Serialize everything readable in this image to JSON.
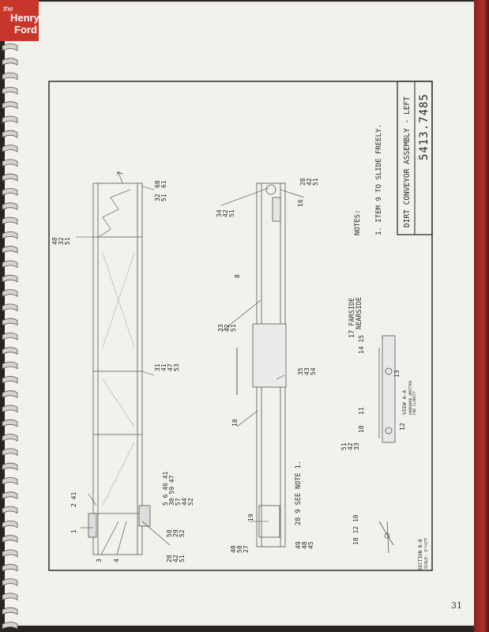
{
  "branding": {
    "the": "the",
    "henry": "Henry",
    "ford": "Ford",
    "color": "#c8352b"
  },
  "title_block": {
    "title": "DIRT CONVEYOR ASSEMBLY - LEFT",
    "number": "5413.7485"
  },
  "notes": {
    "heading": "NOTES:",
    "item1": "1.  ITEM 9 TO SLIDE FREELY."
  },
  "page_number": "31",
  "labels": {
    "top": [
      "1",
      "2 41",
      "3",
      "4",
      "28\n42\n51",
      "58\n29\n52",
      "5 6 46 41\n30 59 47\n57\n44\n52",
      "31\n41\n47\n53",
      "48\n32\n51",
      "32\n51",
      "60\n61",
      "7"
    ],
    "side": [
      "40\n50\n27",
      "19",
      "28 9 SEE NOTE 1.",
      "49\n48\n45",
      "18",
      "8",
      "33\n42\n51",
      "35\n43\n54",
      "34\n42\n51",
      "16",
      "28\n42\n51"
    ],
    "section": [
      "18 12 10",
      "SECTION B-B",
      "SCALE: 3\"=1FT",
      "51\n42\n33",
      "10",
      "11",
      "12",
      "13",
      "14 15",
      "17 FARSIDE\n   NEARSIDE",
      "VIEW A-A",
      "HARDWARE OMITTED\nFOR CLARITY"
    ]
  }
}
